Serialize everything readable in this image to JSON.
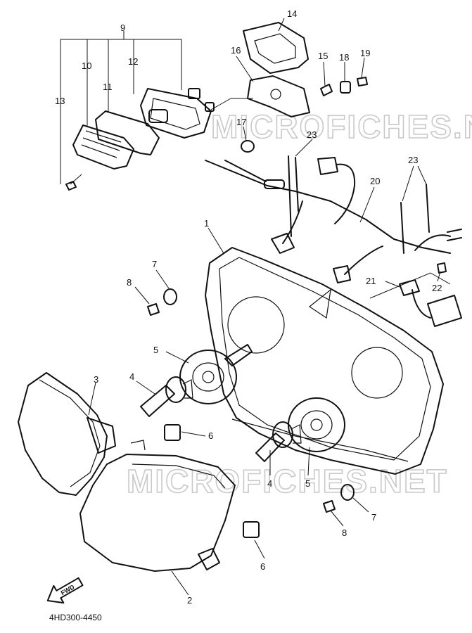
{
  "watermark": "MICROFICHES.NET",
  "diagram_code": "4HD300-4450",
  "forward_label": "FWD",
  "callouts": {
    "c1": "1",
    "c2": "2",
    "c3": "3",
    "c4a": "4",
    "c4b": "4",
    "c5a": "5",
    "c5b": "5",
    "c6a": "6",
    "c6b": "6",
    "c7a": "7",
    "c7b": "7",
    "c8a": "8",
    "c8b": "8",
    "c9": "9",
    "c10": "10",
    "c11": "11",
    "c12": "12",
    "c13": "13",
    "c14": "14",
    "c15": "15",
    "c16": "16",
    "c17": "17",
    "c18": "18",
    "c19": "19",
    "c20": "20",
    "c21": "21",
    "c22": "22",
    "c23a": "23",
    "c23b": "23"
  }
}
